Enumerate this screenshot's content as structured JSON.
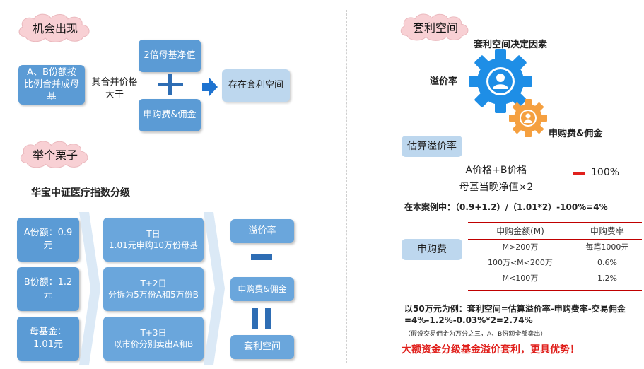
{
  "left": {
    "opportunity_tag": "机会出现",
    "flow": {
      "ab_box": "A、B份额按比例合并成母基",
      "compare_text": "其合并价格大于",
      "nav_box": "2倍母基净值",
      "plus_symbol": "十",
      "fee_box": "申购费&佣金",
      "result_box": "存在套利空间"
    },
    "example_tag": "举个栗子",
    "example_title": "华宝中证医疗指数分级",
    "shares": [
      "A份额：0.9元",
      "B份额：1.2元",
      "母基金：1.01元"
    ],
    "steps": [
      {
        "title": "T日",
        "desc": "1.01元申购10万份母基"
      },
      {
        "title": "T+2日",
        "desc": "分拆为5万份A和5万份B"
      },
      {
        "title": "T+3日",
        "desc": "以市价分别卖出A和B"
      }
    ],
    "formula_boxes": [
      "溢价率",
      "申购费&佣金",
      "套利空间"
    ],
    "formula_ops": [
      "—",
      "‖"
    ]
  },
  "right": {
    "space_tag": "套利空间",
    "factors_title": "套利空间决定因素",
    "gear_big_label": "溢价率",
    "gear_small_label": "申购费&佣金",
    "estimate_tag": "估算溢价率",
    "formula": {
      "numerator": "A价格+B价格",
      "denominator": "母基当晚净值×2",
      "minus": "—",
      "tail": "100%"
    },
    "case_line": "在本案例中：（0.9+1.2）/（1.01*2）-100%=4%",
    "fee_tag": "申购费",
    "fee_table": {
      "headers": [
        "申购金额(M)",
        "申购费率"
      ],
      "rows": [
        [
          "M>200万",
          "每笔1000元"
        ],
        [
          "100万<M<200万",
          "0.6%"
        ],
        [
          "M<100万",
          "1.2%"
        ]
      ]
    },
    "example_line1": "以50万元为例：套利空间=估算溢价率-申购费率-交易佣金",
    "example_line2": "=4%-1.2%-0.03%*2=2.74%",
    "note": "（假设交易佣金为万分之三，A、B份额全部卖出）",
    "conclusion": "大额资金分级基金溢价套利，更具优势！"
  },
  "colors": {
    "box_blue": "#5b9bd5",
    "box_light": "#bdd7ee",
    "gear_blue": "#1e90e8",
    "gear_orange": "#f5a040",
    "cloud_pink": "#f8d0d4",
    "conclusion_red": "#e0201c"
  },
  "icons": {
    "arrow": "right-arrow-icon",
    "gear_big": "gear-person-icon",
    "gear_small": "gear-person-icon"
  }
}
